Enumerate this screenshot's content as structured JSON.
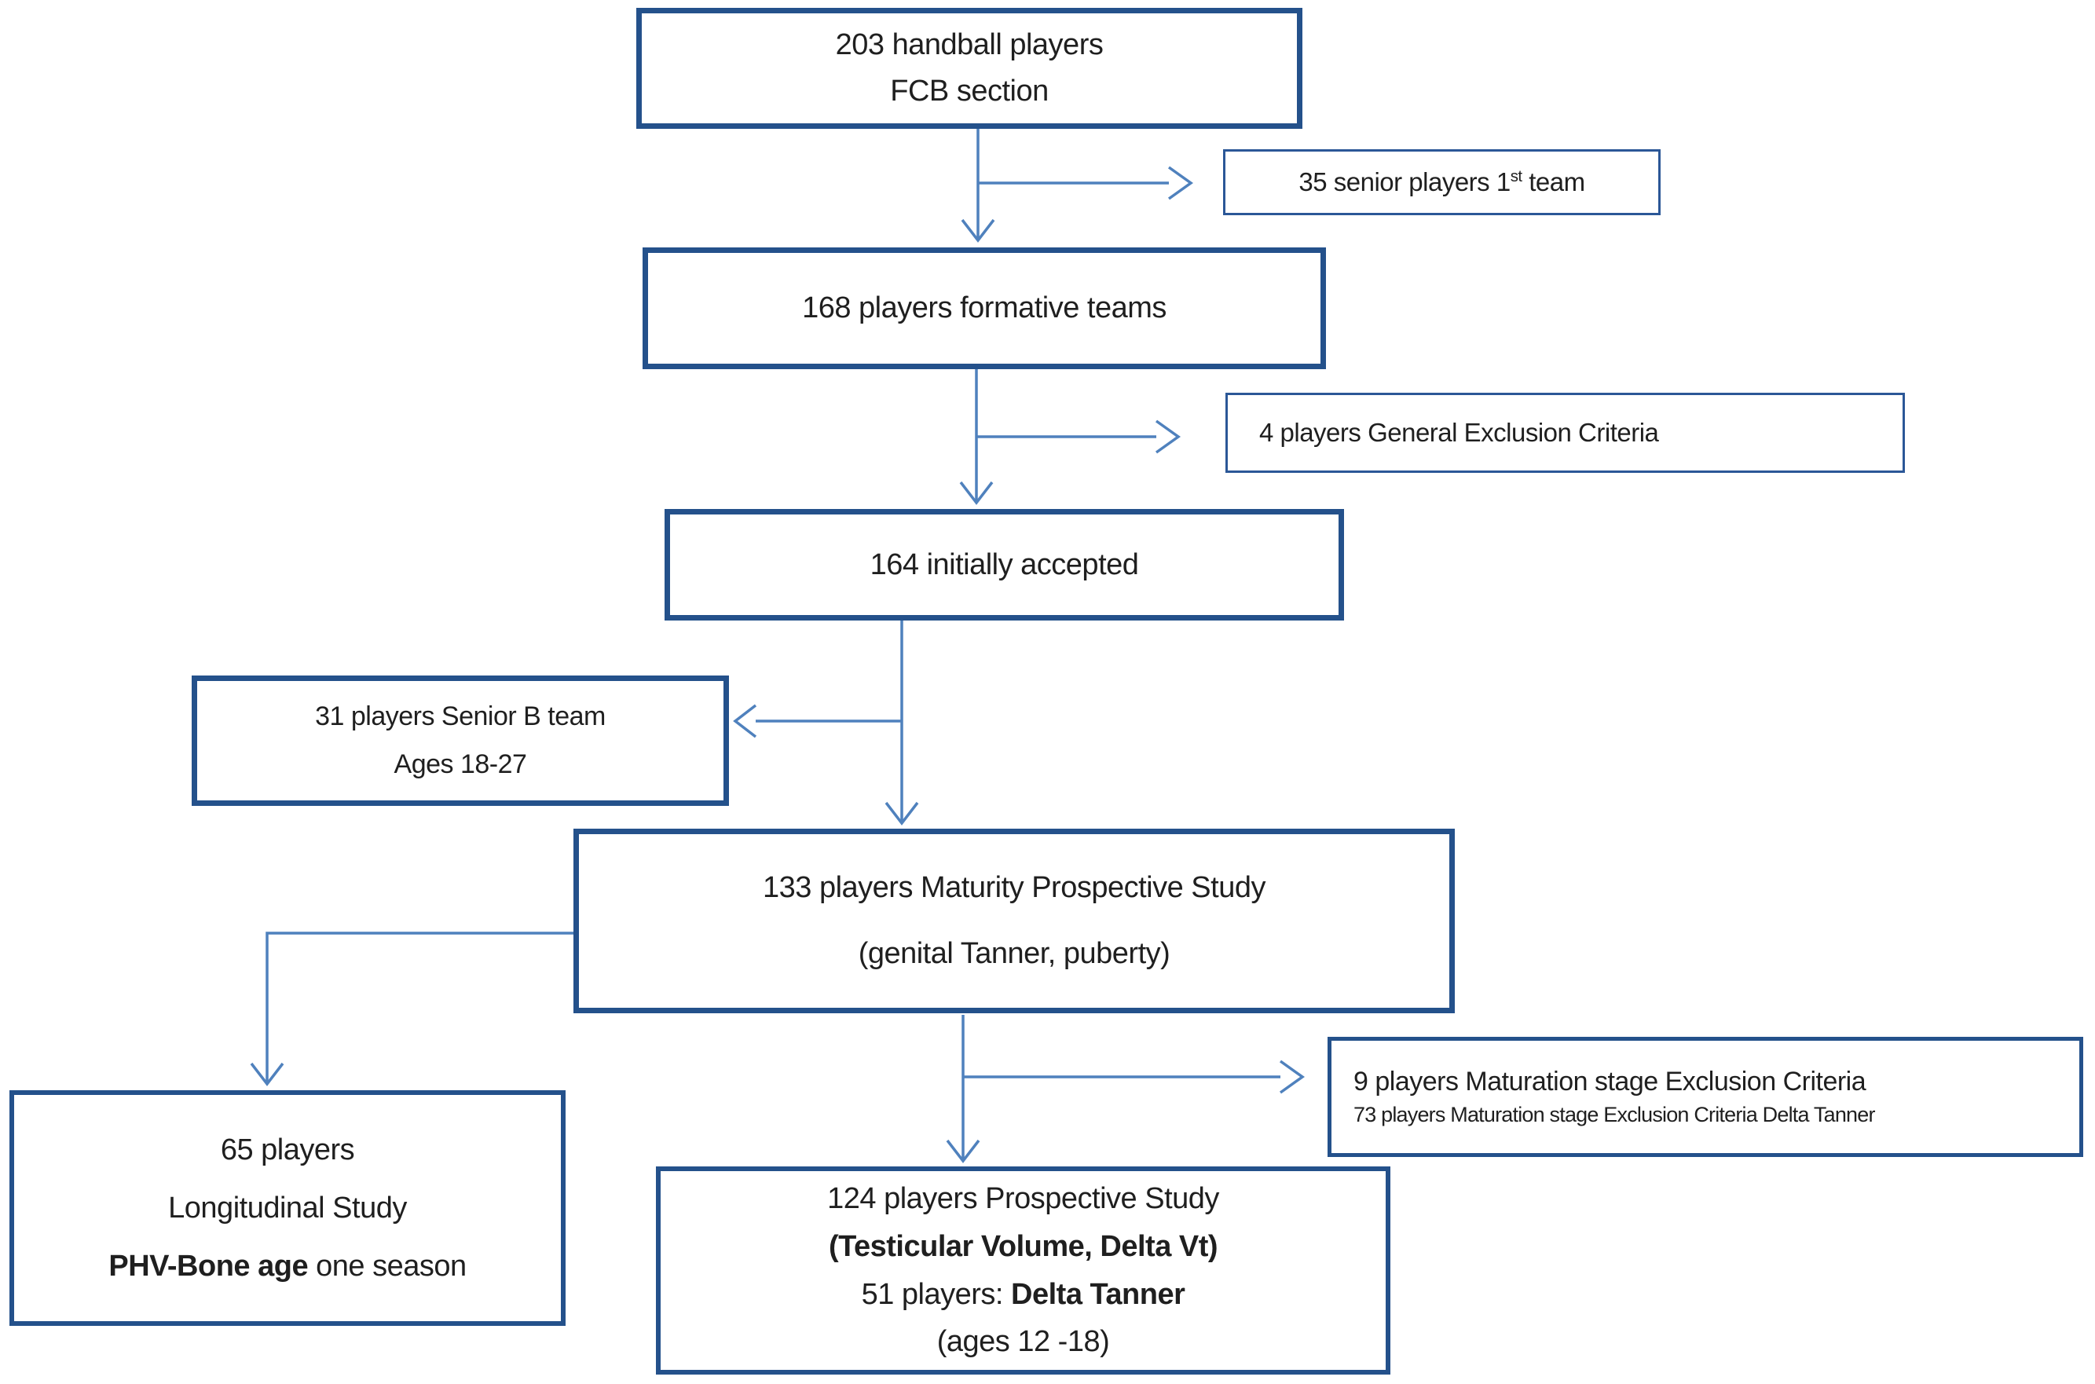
{
  "colors": {
    "box_border": "#24518b",
    "thin_border": "#2b5797",
    "arrow": "#4f81bd",
    "text": "#1f1f1f",
    "background": "#ffffff"
  },
  "boxes": {
    "total": {
      "line1": "203 handball players",
      "line2": "FCB section"
    },
    "senior_first_team": {
      "prefix": "35 senior players 1",
      "sup": "st",
      "suffix": " team"
    },
    "formative": {
      "line1": "168 players formative teams"
    },
    "general_exclusion": {
      "line1": "4 players General Exclusion Criteria"
    },
    "initially_accepted": {
      "line1": "164 initially accepted"
    },
    "senior_b": {
      "line1": "31 players Senior B team",
      "line2": "Ages 18-27"
    },
    "maturity_study": {
      "line1": "133 players Maturity Prospective Study",
      "line2": "(genital Tanner, puberty)"
    },
    "maturation_exclusion": {
      "line1": "9 players Maturation stage Exclusion Criteria",
      "line2": "73 players Maturation stage Exclusion Criteria Delta Tanner"
    },
    "longitudinal": {
      "line1": "65 players",
      "line2": "Longitudinal Study",
      "line3_bold": "PHV-Bone age",
      "line3_rest": " one season"
    },
    "prospective": {
      "line1": "124 players Prospective Study",
      "line2_bold": "(Testicular Volume, Delta Vt)",
      "line3_prefix": "51 players: ",
      "line3_bold": "Delta Tanner",
      "line4": "(ages 12 -18)"
    }
  }
}
